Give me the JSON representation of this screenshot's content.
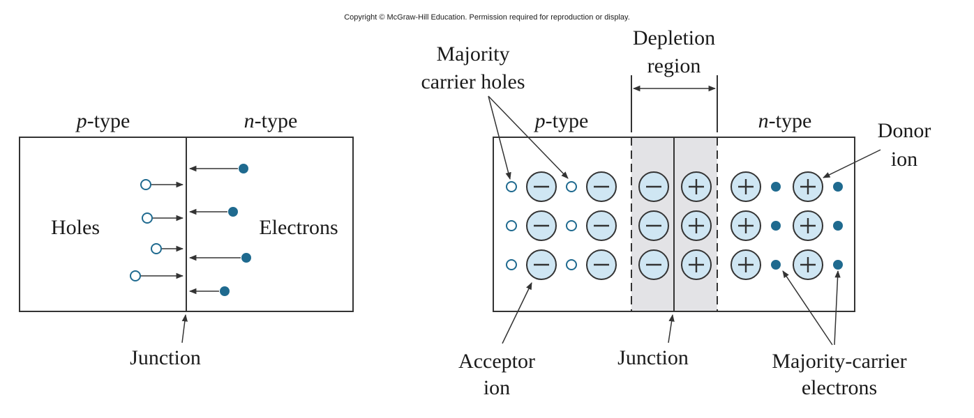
{
  "copyright": "Copyright © McGraw-Hill Education. Permission required for reproduction or display.",
  "left_panel": {
    "p_label_italic": "p",
    "p_label_rest": "-type",
    "n_label_italic": "n",
    "n_label_rest": "-type",
    "holes_label": "Holes",
    "electrons_label": "Electrons",
    "junction_label": "Junction",
    "hole_count": 4,
    "electron_count": 4
  },
  "right_panel": {
    "p_label_italic": "p",
    "p_label_rest": "-type",
    "n_label_italic": "n",
    "n_label_rest": "-type",
    "majority_holes_line1": "Majority",
    "majority_holes_line2": "carrier holes",
    "depletion_line1": "Depletion",
    "depletion_line2": "region",
    "donor_line1": "Donor",
    "donor_line2": "ion",
    "acceptor_line1": "Acceptor",
    "acceptor_line2": "ion",
    "junction_label": "Junction",
    "majority_electrons_line1": "Majority-carrier",
    "majority_electrons_line2": "electrons",
    "rows": 3,
    "acceptor_columns": 3,
    "donor_columns": 3
  },
  "colors": {
    "ion_fill": "#cfe6f3",
    "carrier_blue": "#1f6a8f",
    "depletion_shade": "#e3e3e6",
    "line": "#333333"
  }
}
